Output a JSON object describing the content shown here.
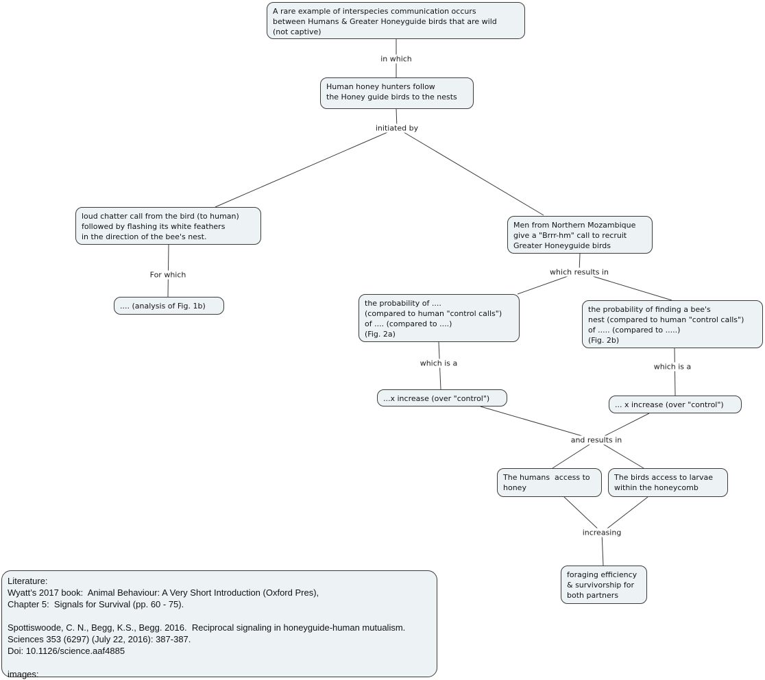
{
  "diagram": {
    "type": "concept-map",
    "topic": "Interspecies communication between humans and Greater Honeyguide birds",
    "colors": {
      "node_fill": "#edf3f5",
      "node_border": "#3a3a3a",
      "connector_line": "#3a3a3a",
      "text": "#111111",
      "background": "#ffffff"
    }
  },
  "nodes": {
    "root": {
      "text": "A rare example of interspecies communication occurs\nbetween Humans & Greater Honeyguide birds that are wild\n(not captive)"
    },
    "follow": {
      "text": "Human honey hunters follow\nthe Honey guide birds to the nests"
    },
    "chatter": {
      "text": "loud chatter call from the bird (to human)\nfollowed by flashing its white feathers\nin the direction of the bee's nest."
    },
    "analysis": {
      "text": ".... (analysis of Fig. 1b)"
    },
    "men": {
      "text": "Men from Northern Mozambique\ngive a \"Brrr-hm\" call to recruit\nGreater Honeyguide birds"
    },
    "fig2a": {
      "text": "the probability of ....\n(compared to human \"control calls\")\nof .... (compared to ....)\n(Fig. 2a)"
    },
    "fig2b": {
      "text": "the probability of finding a bee's\nnest (compared to human \"control calls\")\nof ..... (compared to .....)\n(Fig. 2b)"
    },
    "inc_a": {
      "text": "...x increase (over \"control\")"
    },
    "inc_b": {
      "text": "... x increase (over \"control\")"
    },
    "humans": {
      "text": "The humans  access to\nhoney"
    },
    "birds": {
      "text": "The birds access to larvae\nwithin the honeycomb"
    },
    "foraging": {
      "text": "foraging efficiency\n& survivorship for\nboth partners"
    },
    "literature": {
      "text": "Literature:\nWyatt’s 2017 book:  Animal Behaviour: A Very Short Introduction (Oxford Pres),\nChapter 5:  Signals for Survival (pp. 60 - 75).\n\nSpottiswoode, C. N., Begg, K.S., Begg. 2016.  Reciprocal signaling in honeyguide-human mutualism.\nSciences 353 (6297) (July 22, 2016): 387-387.\nDoi: 10.1126/science.aaf4885\n\nimages:"
    }
  },
  "labels": {
    "in_which": "in which",
    "initiated_by": "initiated by",
    "for_which": "For which",
    "which_results_in": "which results in",
    "which_is_a_left": "which is a",
    "which_is_a_right": "which is a",
    "and_results_in": "and results in",
    "increasing": "increasing"
  },
  "edges": [
    {
      "from": [
        "root"
      ],
      "label": "in which",
      "to": [
        "follow"
      ]
    },
    {
      "from": [
        "follow"
      ],
      "label": "initiated by",
      "to": [
        "chatter",
        "men"
      ]
    },
    {
      "from": [
        "chatter"
      ],
      "label": "For which",
      "to": [
        "analysis"
      ]
    },
    {
      "from": [
        "men"
      ],
      "label": "which results in",
      "to": [
        "fig2a",
        "fig2b"
      ]
    },
    {
      "from": [
        "fig2a"
      ],
      "label": "which is a",
      "to": [
        "inc_a"
      ]
    },
    {
      "from": [
        "fig2b"
      ],
      "label": "which is a",
      "to": [
        "inc_b"
      ]
    },
    {
      "from": [
        "inc_a",
        "inc_b"
      ],
      "label": "and results in",
      "to": [
        "humans",
        "birds"
      ]
    },
    {
      "from": [
        "humans",
        "birds"
      ],
      "label": "increasing",
      "to": [
        "foraging"
      ]
    }
  ]
}
